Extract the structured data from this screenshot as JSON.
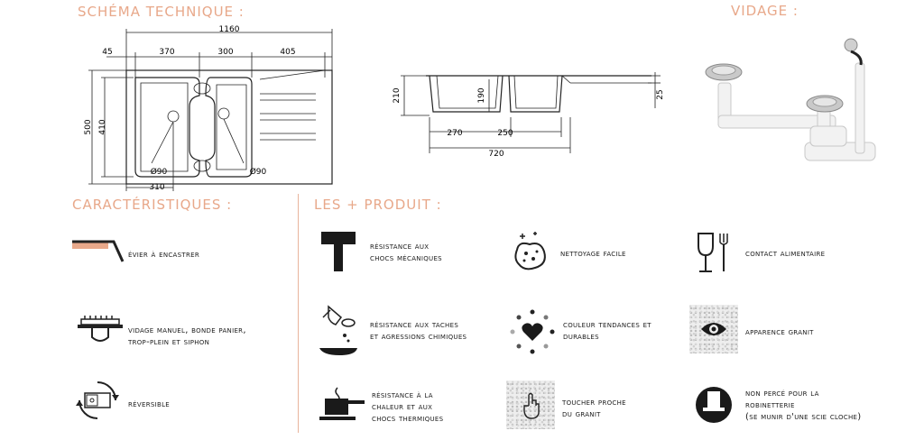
{
  "headings": {
    "schema": "SCHÉMA TECHNIQUE :",
    "vidage": "VIDAGE :",
    "caracteristiques": "CARACTÉRISTIQUES :",
    "produit": "LES + PRODUIT :"
  },
  "dimensions": {
    "total_width": "1160",
    "left_margin": "45",
    "bowl_left": "370",
    "bowl_right": "300",
    "drainer": "405",
    "height": "500",
    "inner_height": "410",
    "drain_diameter_left": "Ø90",
    "drain_diameter_right": "Ø90",
    "drain_offset": "310",
    "section_height": "210",
    "bowl_depth": "190",
    "rim": "25",
    "section_left": "270",
    "section_mid": "250",
    "section_total": "720"
  },
  "caracteristiques": [
    {
      "icon": "inset-sink-icon",
      "lines": [
        "Évier à encastrer"
      ]
    },
    {
      "icon": "basket-drain-icon",
      "lines": [
        "Vidage manuel, bonde panier,",
        "trop-plein et siphon"
      ]
    },
    {
      "icon": "reversible-icon",
      "lines": [
        "Réversible"
      ]
    }
  ],
  "produit": [
    {
      "icon": "hammer-icon",
      "lines": [
        "Résistance aux",
        "chocs mécaniques"
      ]
    },
    {
      "icon": "sponge-icon",
      "lines": [
        "Nettoyage facile"
      ]
    },
    {
      "icon": "glass-fork-icon",
      "lines": [
        "Contact alimentaire"
      ]
    },
    {
      "icon": "wine-pan-icon",
      "lines": [
        "Résistance aux taches",
        "et agressions chimiques"
      ]
    },
    {
      "icon": "heart-dots-icon",
      "lines": [
        "Couleur tendances et",
        "durables"
      ]
    },
    {
      "icon": "granite-eye-icon",
      "lines": [
        "Apparence granit"
      ]
    },
    {
      "icon": "hot-pan-icon",
      "lines": [
        "Résistance à la",
        "chaleur et aux",
        "chocs thermiques"
      ]
    },
    {
      "icon": "granite-touch-icon",
      "lines": [
        "Toucher proche",
        "du granit"
      ]
    },
    {
      "icon": "no-hole-icon",
      "lines": [
        "Non percé pour la",
        "robinetterie",
        "(se munir d'une scie cloche)"
      ]
    }
  ]
}
